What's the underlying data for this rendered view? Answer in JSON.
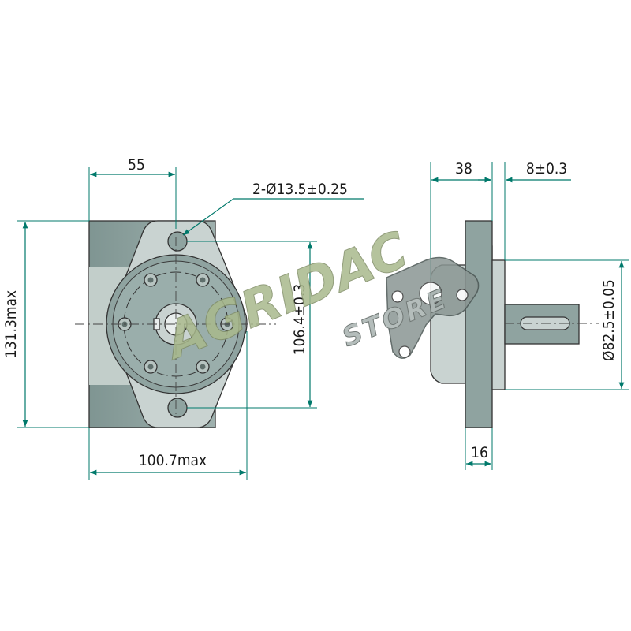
{
  "dimensions": {
    "width_top": "55",
    "hole_callout": "2-Ø13.5±0.25",
    "height_max": "131.3max",
    "hole_spacing": "106.4±0.3",
    "width_max": "100.7max",
    "depth": "38",
    "flange_offset": "8±0.3",
    "pilot_diameter": "Ø82.5±0.05",
    "flange_thickness": "16"
  },
  "watermark": {
    "brand": "AGRIDAC",
    "sub": "STORE"
  },
  "colors": {
    "body_fill": "#8fa3a0",
    "body_light": "#c9d3d1",
    "dimension_line": "#00796b",
    "watermark_fill": "#a9b98c"
  },
  "icons": {
    "watermark_logo": "agridac-gear-hook-logo"
  }
}
